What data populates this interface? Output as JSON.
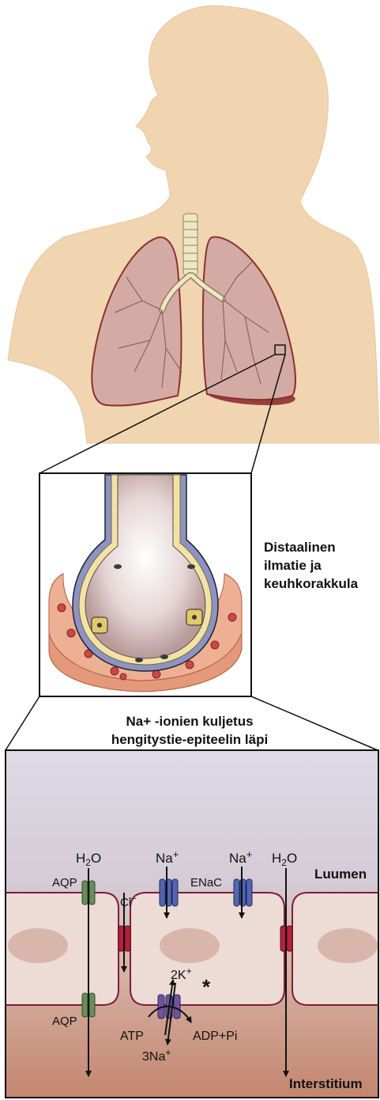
{
  "lung_box": {
    "label_line1": "Distaalinen",
    "label_line2": "ilmatie ja",
    "label_line3": "keuhkorakkula"
  },
  "epithelium": {
    "title_line1": "Na+ -ionien kuljetus",
    "title_line2": "hengitystie-epiteelin läpi",
    "luumen": "Luumen",
    "interstitium": "Interstitium",
    "labels": {
      "h2o": "H",
      "h2o_sub": "2",
      "h2o_end": "O",
      "na": "Na",
      "plus": "+",
      "aqp": "AQP",
      "cl": "Cl",
      "minus": "−",
      "enac": "ENaC",
      "k2": "2K",
      "atp": "ATP",
      "adp": "ADP+Pi",
      "na3": "3Na",
      "star": "*"
    }
  },
  "colors": {
    "skin": "#f0d5b0",
    "lung": "#d4aaa4",
    "lung_edge": "#8c3030",
    "luminal": "#d7d5e3",
    "cell": "#eddbd5",
    "cell_border": "#7a1f3a",
    "nucleus": "#d8b6ab",
    "interstitial": "#c98d7b",
    "aqp": "#6a8e5a",
    "channel_red": "#b2223a",
    "enac": "#5466b0",
    "pump": "#6c55a0"
  }
}
